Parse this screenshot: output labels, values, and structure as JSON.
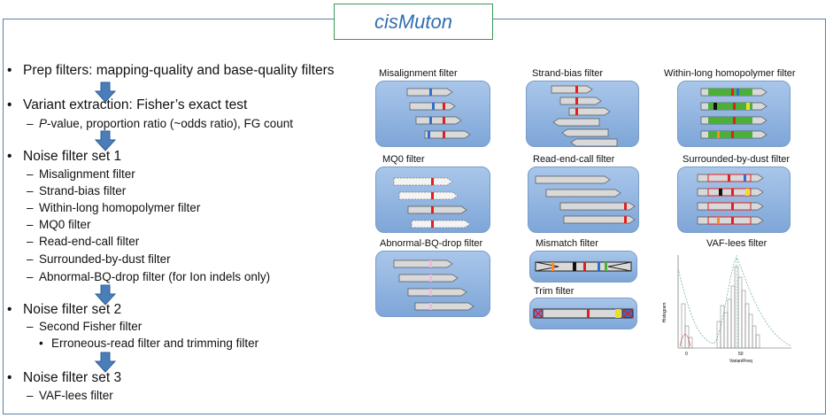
{
  "title": "cisMuton",
  "steps": [
    {
      "text": "Prep filters: mapping-quality and base-quality filters"
    },
    {
      "text": "Variant extraction: Fisher’s exact test",
      "sub_italic": "P",
      "sub_rest": "-value, proportion ratio (~odds ratio), FG count"
    },
    {
      "text": "Noise filter set 1",
      "subs": [
        "Misalignment filter",
        "Strand-bias filter",
        "Within-long homopolymer filter",
        "MQ0 filter",
        "Read-end-call filter",
        "Surrounded-by-dust filter",
        "Abnormal-BQ-drop  filter (for Ion indels only)"
      ]
    },
    {
      "text": "Noise filter set 2",
      "subs": [
        "Second Fisher filter"
      ],
      "subsub": "Erroneous-read filter and trimming filter"
    },
    {
      "text": "Noise filter set 3",
      "subs": [
        "VAF-lees filter"
      ]
    }
  ],
  "panels": {
    "misalignment": "Misalignment filter",
    "strand_bias": "Strand-bias filter",
    "homopolymer": "Within-long homopolymer filter",
    "mq0": "MQ0 filter",
    "read_end": "Read-end-call filter",
    "dust": "Surrounded-by-dust filter",
    "bq_drop": "Abnormal-BQ-drop  filter",
    "mismatch": "Mismatch filter",
    "trim": "Trim filter",
    "vaf": "VAF-lees filter"
  },
  "vaf_plot": {
    "ylabel": "Histogram",
    "xlabel": "VariantFreq",
    "x_ticks": [
      "0",
      "50"
    ]
  },
  "colors": {
    "accent_blue": "#4a7ebb",
    "title_text": "#2f6fb0",
    "title_border": "#3a9a5a",
    "panel": "#8fb2e0",
    "read_fill": "#d9d9d9",
    "mutation_red": "#e02020",
    "homopolymer_green": "#4caf3a"
  }
}
